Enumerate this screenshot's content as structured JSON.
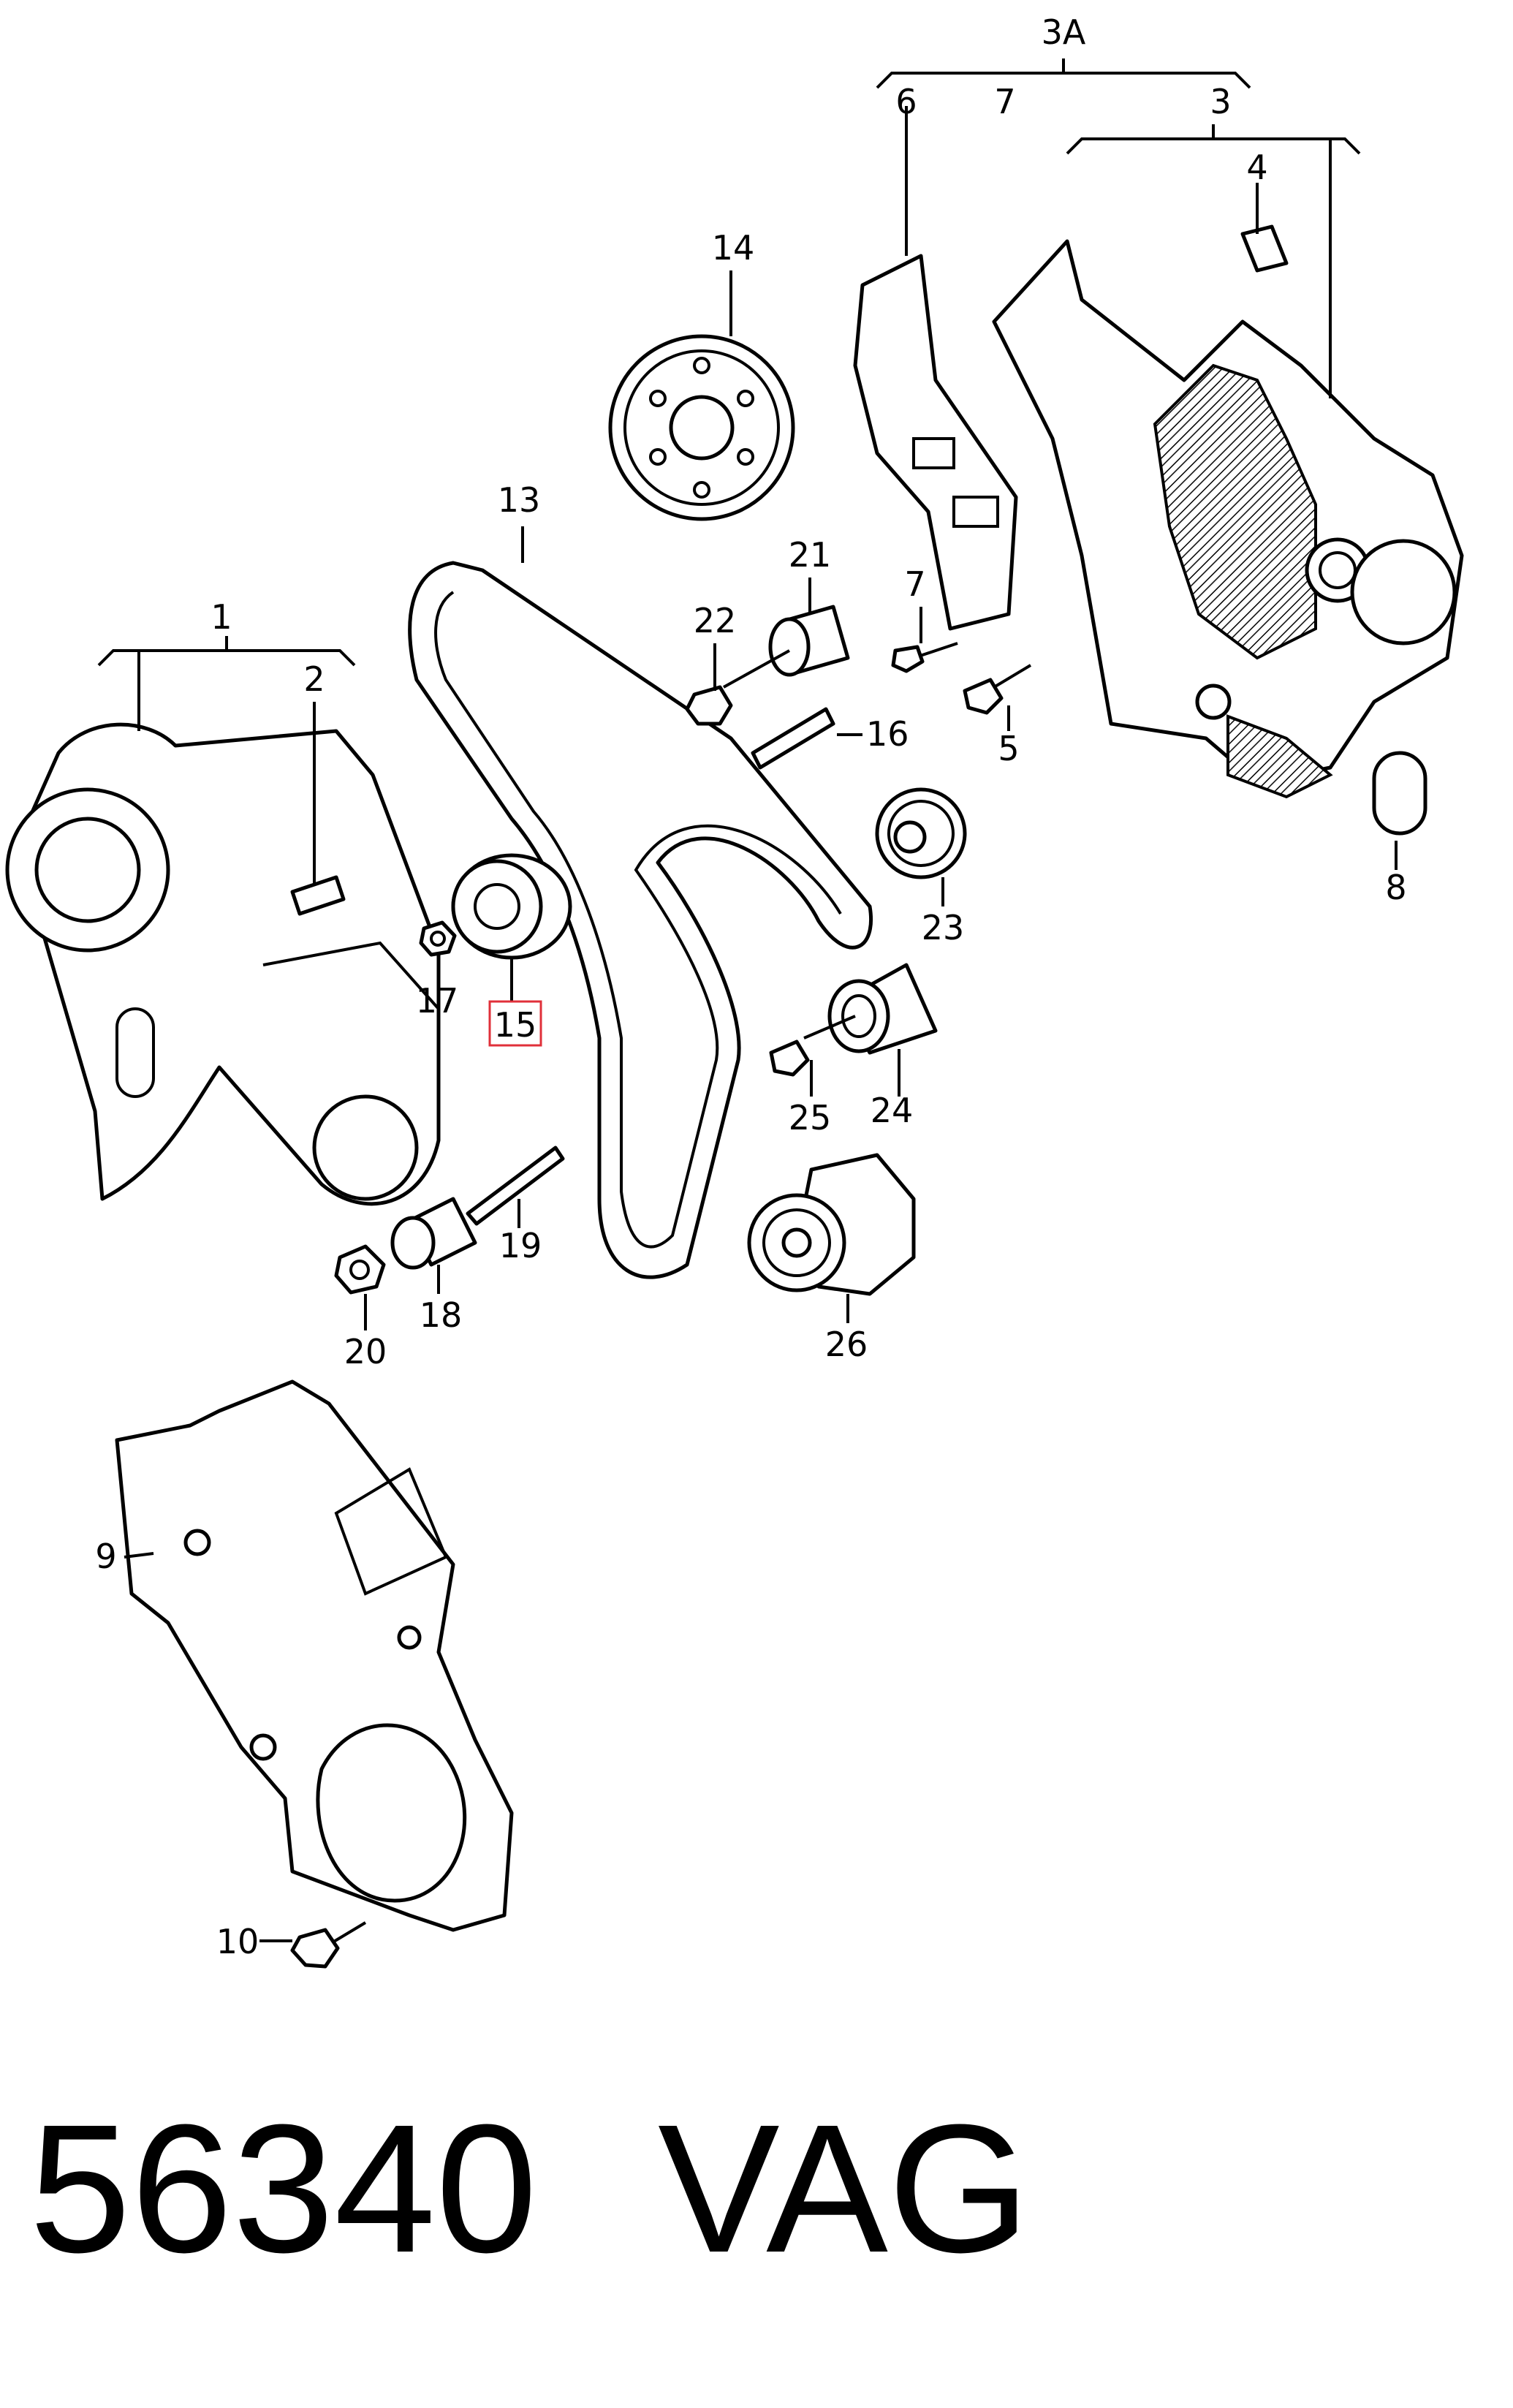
{
  "callouts": {
    "c1": "1",
    "c2": "2",
    "c3": "3",
    "c3a": "3A",
    "c4": "4",
    "c5": "5",
    "c6": "6",
    "c7a": "7",
    "c7b": "7",
    "c8": "8",
    "c9": "9",
    "c10": "10",
    "c13": "13",
    "c14": "14",
    "c15": "15",
    "c16": "16",
    "c17": "17",
    "c18": "18",
    "c19": "19",
    "c20": "20",
    "c21": "21",
    "c22": "22",
    "c23": "23",
    "c24": "24",
    "c25": "25",
    "c26": "26"
  },
  "highlight": {
    "part": "15",
    "color": "#e0303a"
  },
  "footer": {
    "part_number": "56340",
    "brand": "VAG"
  }
}
